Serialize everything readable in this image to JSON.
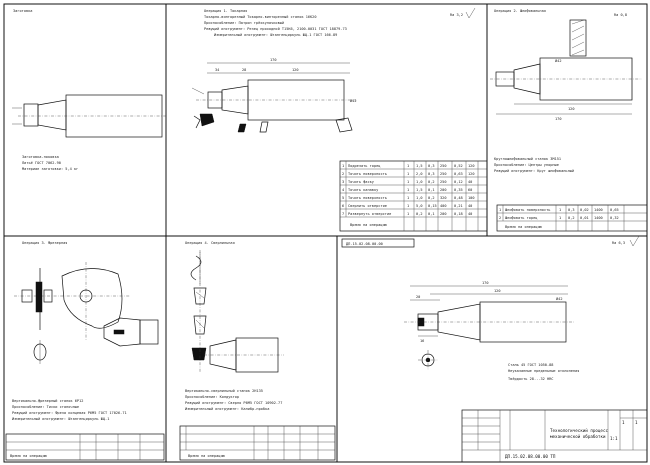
{
  "drawing": {
    "panels": {
      "p1": {
        "title": "Заготовка",
        "notes": [
          "Заготовка-поковка",
          "Литьё ГОСТ 7062-90",
          "Материал заготовки: 5,4 кг"
        ]
      },
      "p2": {
        "title": "Операция 1. Токарная",
        "header_notes": [
          "Токарно-винторезный Токарно-винторезный станок 16К20",
          "Приспособление: Патрон трёхкулачковый",
          "Режущий инструмент: Резец проходной Т15К6, 2100-0031 ГОСТ 18879-73",
          "Измерительный инструмент: Штангенциркуль ШЦ-1 ГОСТ 166-89"
        ],
        "dims": {
          "overall": "170",
          "d1": "34",
          "d2": "28",
          "d3": "120",
          "dia": "Ø42",
          "rough": "Ra 3,2"
        },
        "table": {
          "rows": [
            [
              "1",
              "Подрезать торец",
              "1",
              "1,5",
              "0,3",
              "250",
              "0,52",
              "120"
            ],
            [
              "2",
              "Точить поверхность",
              "1",
              "2,0",
              "0,3",
              "250",
              "0,63",
              "120"
            ],
            [
              "3",
              "Точить фаску",
              "1",
              "1,0",
              "0,2",
              "250",
              "0,12",
              "40"
            ],
            [
              "4",
              "Точить канавку",
              "1",
              "1,5",
              "0,1",
              "200",
              "0,35",
              "60"
            ],
            [
              "5",
              "Точить поверхность",
              "1",
              "1,0",
              "0,2",
              "320",
              "0,48",
              "100"
            ],
            [
              "6",
              "Сверлить отверстие",
              "1",
              "5,0",
              "0,15",
              "400",
              "0,21",
              "40"
            ],
            [
              "7",
              "Развернуть отверстие",
              "1",
              "0,2",
              "0,1",
              "200",
              "0,18",
              "40"
            ]
          ],
          "footer": "Время на операцию"
        }
      },
      "p3": {
        "title": "Операция 2. Шлифовальная",
        "notes": [
          "Круглошлифовальный станок 3М151",
          "Приспособление: Центры упорные",
          "Режущий инструмент: Круг шлифовальный"
        ],
        "dims": {
          "dia": "Ø42",
          "len": "120",
          "overall": "170",
          "rough": "Ra 0,8"
        },
        "table": {
          "rows": [
            [
              "1",
              "Шлифовать поверхность",
              "1",
              "0,3",
              "0,02",
              "1400",
              "0,65"
            ],
            [
              "2",
              "Шлифовать торец",
              "1",
              "0,2",
              "0,01",
              "1400",
              "0,32"
            ]
          ],
          "footer": "Время на операцию"
        }
      },
      "p4": {
        "title": "Операция 3. Фрезерная",
        "notes": [
          "Вертикально-фрезерный станок 6Р12",
          "Приспособление: Тиски станочные",
          "Режущий инструмент: Фреза концевая Р6М5 ГОСТ 17026-71",
          "Измерительный инструмент: Штангенциркуль ШЦ-1"
        ],
        "table": {
          "footer": "Время на операцию"
        }
      },
      "p5": {
        "title": "Операция 4. Сверлильная",
        "notes": [
          "Вертикально-сверлильный станок 2Н135",
          "Приспособление: Кондуктор",
          "Режущий инструмент: Сверло Р6М5 ГОСТ 10902-77",
          "Измерительный инструмент: Калибр-пробка"
        ],
        "table": {
          "footer": "Время на операцию"
        }
      },
      "p6": {
        "stamp": "ДП.15.02.08.00.00",
        "dims": {
          "overall": "170",
          "len": "120",
          "dia": "Ø42",
          "d1": "20",
          "d2": "16"
        },
        "notes": [
          "Сталь 45 ГОСТ 1050-88",
          "Неуказанные предельные отклонения",
          "Твёрдость 28...32 HRC"
        ],
        "rough": "Ra 6,3"
      }
    },
    "title_block": {
      "doc_code": "ДП.15.02.08.00.00 ТП",
      "name": "Технологический процесс",
      "name2": "механической обработки",
      "sheet": "1",
      "sheets": "1",
      "scale": "1:1"
    }
  }
}
